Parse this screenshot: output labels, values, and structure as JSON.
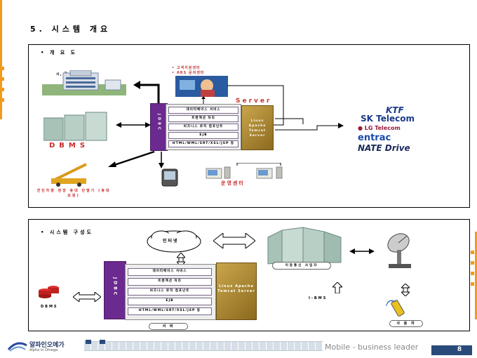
{
  "title": "5. 시스템 개요",
  "section1": {
    "label": "개 요 도",
    "city_label": "시, 군, 구청",
    "call_center_lines": [
      "고객지원센터",
      "ARS 문의센터"
    ],
    "server_label": "Server",
    "jdbc": "JDBC",
    "stack_rows": [
      "데이터베이스 서비스",
      "트랜잭션 처리",
      "비즈니스 로직 컴포넌트",
      "EJB",
      "HTML/WML/SRT/XSL/JSP 등"
    ],
    "gold_text": "Linux Apache Tomcat Server",
    "dbms": "DBMS",
    "vehicle_label": "견인차량 현장 휴대 단말기 (휴대요원)",
    "ops_label": "운영센터",
    "carriers": [
      "KTF",
      "SK Telecom",
      "LG Telecom",
      "entrac",
      "NATE Drive"
    ]
  },
  "section2": {
    "label": "시스템 구성도",
    "internet": "인터넷",
    "jdbc": "JDBC",
    "stack_rows": [
      "데이터베이스 서비스",
      "트랜잭션 처리",
      "비즈니스 로직 컴포넌트",
      "EJB",
      "HTML/WML/SRT/XSL/JSP 등"
    ],
    "gold_text": "Linux Apache Tomcat Server",
    "server_pill": "서 버",
    "dbms": "DBMS",
    "center_pill": "이동통신 사업자",
    "ibms": "I-BMS",
    "user_pill": "사 용 자"
  },
  "footer": {
    "company": "알파인오메가",
    "company_sub": "Alpha in Omega",
    "tagline": "Mobile - business leader",
    "page": "8"
  },
  "colors": {
    "accent_orange": "#f29a1c",
    "purple": "#6b2a8f",
    "gold": "#b8922f",
    "red": "#cc2a2a",
    "navy": "#2a4a7a"
  }
}
